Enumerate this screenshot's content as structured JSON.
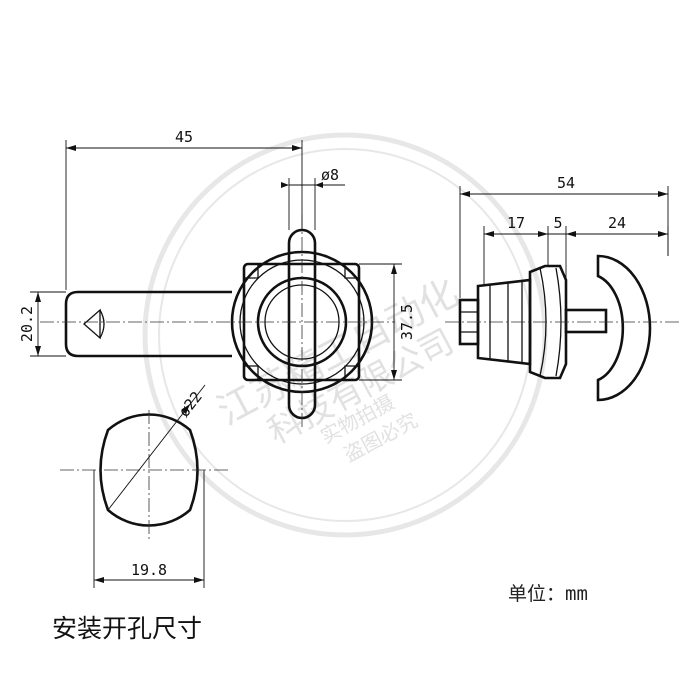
{
  "dimensions": {
    "len_45": "45",
    "dia_8": "ø8",
    "width_20_2": "20.2",
    "height_37_5": "37.5",
    "dia_22": "ø22",
    "flat_19_8": "19.8",
    "total_54": "54",
    "seg_17": "17",
    "seg_5": "5",
    "seg_24": "24"
  },
  "unit_label": "单位：mm",
  "caption": "安装开孔尺寸",
  "watermark": {
    "company_line1": "江苏精工自动化",
    "company_line2": "科技有限公司",
    "photo_line1": "实物拍摄",
    "photo_line2": "盗图必究"
  },
  "colors": {
    "line": "#111111",
    "watermark": "#c9c9c9"
  }
}
